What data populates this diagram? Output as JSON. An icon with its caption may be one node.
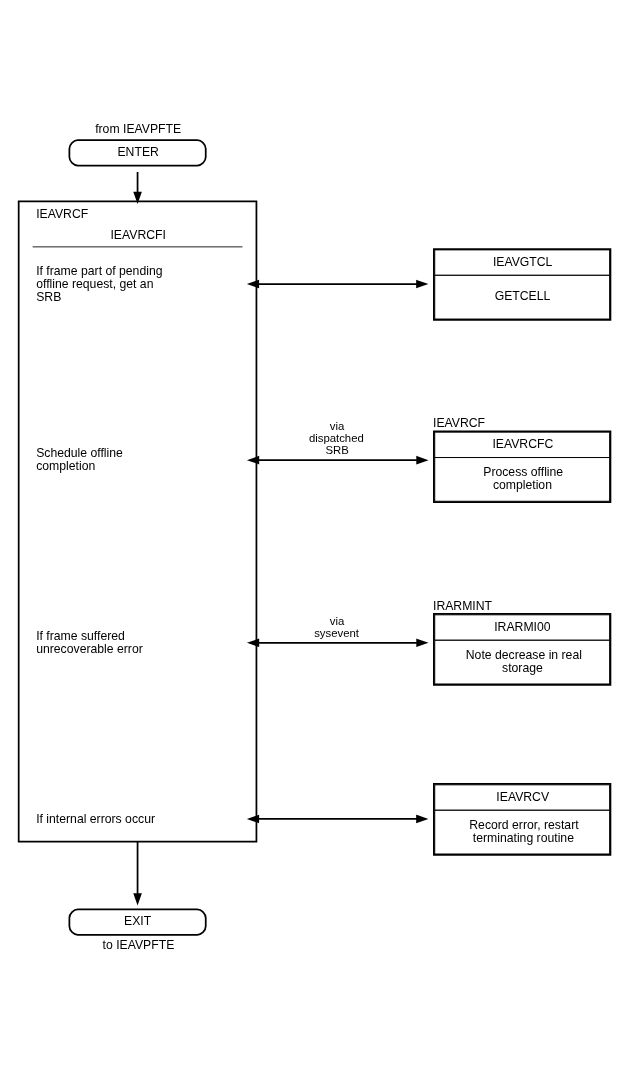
{
  "diagram": {
    "nodes": [
      {
        "text": [
          "ENTER"
        ],
        "beside": [
          "from IEAVPFTE"
        ]
      },
      {
        "text": [
          "IEAVRCF",
          "IEAVRCFI"
        ]
      },
      {
        "text": [
          "If frame part of pending offline request, get an SRB"
        ],
        "in": 1
      },
      {
        "text": [
          "Schedule offline completion"
        ],
        "in": 1
      },
      {
        "text": [
          "If frame suffered unrecoverable error"
        ],
        "in": 1
      },
      {
        "text": [
          "If internal errors occur"
        ],
        "in": 1
      },
      {
        "text": [
          "IEAVGTCL",
          "GETCELL"
        ]
      },
      {
        "text": [
          "IEAVRCF",
          "IEAVRCFC",
          "Process offline completion"
        ]
      },
      {
        "text": [
          "IRARMINT",
          "IRARMI00",
          "Note decrease in real storage"
        ]
      },
      {
        "text": [
          "IEAVRCV",
          "Record error, restart terminating routine"
        ]
      },
      {
        "text": [
          "EXIT"
        ],
        "beside": [
          "to IEAVPFTE"
        ]
      }
    ],
    "edges": [
      {
        "from": 0,
        "to": 1,
        "arrow": "to"
      },
      {
        "from": 2,
        "to": 6,
        "arrow": "both"
      },
      {
        "from": 3,
        "to": 7,
        "arrow": "both",
        "label": "via dispatched SRB"
      },
      {
        "from": 4,
        "to": 8,
        "arrow": "both",
        "label": "via sysevent"
      },
      {
        "from": 5,
        "to": 9,
        "arrow": "both"
      },
      {
        "from": 1,
        "to": 10,
        "arrow": "to"
      }
    ]
  }
}
